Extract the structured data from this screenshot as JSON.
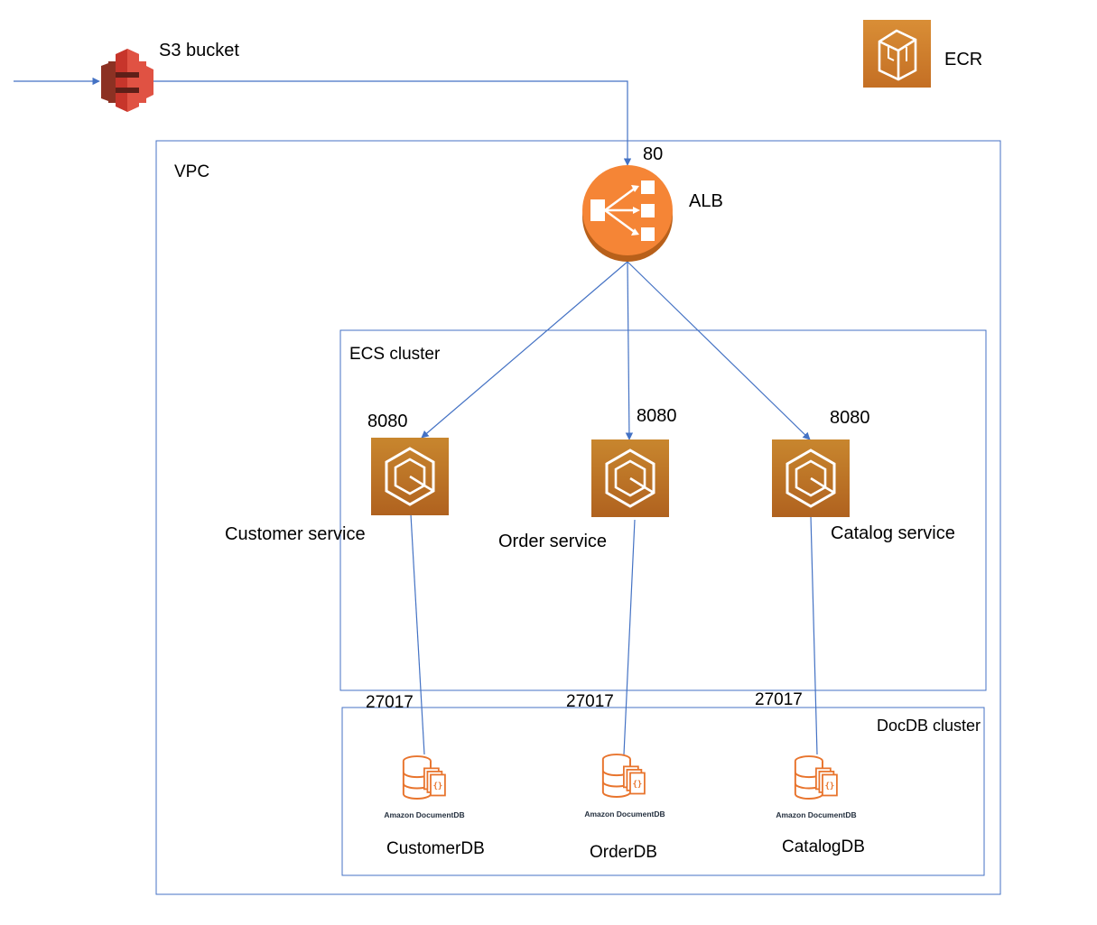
{
  "colors": {
    "connector": "#4472c4",
    "boundary": "#4472c4",
    "s3_red": "#c7352b",
    "aws_orange": "#e8852a",
    "ecs_orange_top": "#c8862e",
    "ecs_orange_bottom": "#b0621f",
    "docdb_orange": "#e8742d"
  },
  "nodes": {
    "s3": {
      "label": "S3 bucket",
      "icon": "s3-bucket-icon"
    },
    "ecr": {
      "label": "ECR",
      "icon": "ecr-icon"
    },
    "alb": {
      "label": "ALB",
      "port": "80",
      "icon": "load-balancer-icon"
    },
    "customer_service": {
      "label": "Customer service",
      "port": "8080",
      "icon": "ecs-icon"
    },
    "order_service": {
      "label": "Order service",
      "port": "8080",
      "icon": "ecs-icon"
    },
    "catalog_service": {
      "label": "Catalog service",
      "port": "8080",
      "icon": "ecs-icon"
    },
    "customer_db": {
      "label": "CustomerDB",
      "port": "27017",
      "icon_caption": "Amazon DocumentDB",
      "icon": "documentdb-icon"
    },
    "order_db": {
      "label": "OrderDB",
      "port": "27017",
      "icon_caption": "Amazon DocumentDB",
      "icon": "documentdb-icon"
    },
    "catalog_db": {
      "label": "CatalogDB",
      "port": "27017",
      "icon_caption": "Amazon DocumentDB",
      "icon": "documentdb-icon"
    }
  },
  "groups": {
    "vpc": {
      "label": "VPC"
    },
    "ecs_cluster": {
      "label": "ECS cluster"
    },
    "docdb_cluster": {
      "label": "DocDB cluster"
    }
  }
}
